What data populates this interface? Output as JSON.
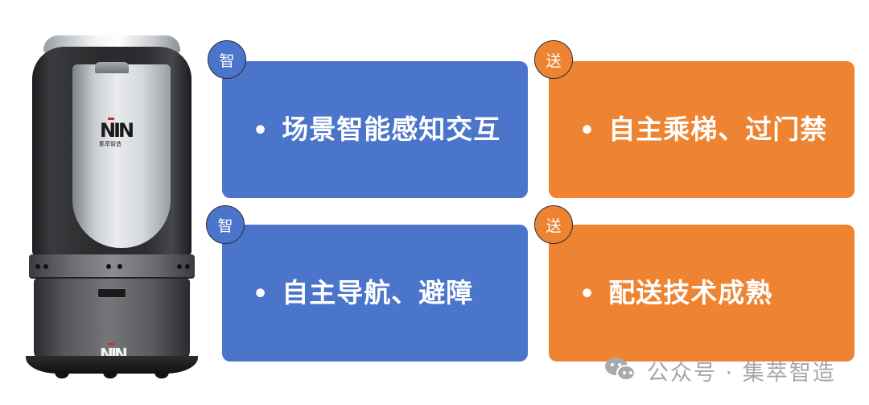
{
  "product": {
    "image_label": "delivery-robot",
    "logo_mark": "NIN",
    "logo_text": "集萃智造"
  },
  "colors": {
    "blue": "#4a75cb",
    "orange": "#ee8431",
    "watermark_gray": "#a6a6a6"
  },
  "cards": [
    {
      "badge": "智",
      "bullet": "•",
      "text": "场景智能感知交互",
      "color": "blue"
    },
    {
      "badge": "送",
      "bullet": "•",
      "text": "自主乘梯、过门禁",
      "color": "orange"
    },
    {
      "badge": "智",
      "bullet": "•",
      "text": "自主导航、避障",
      "color": "blue"
    },
    {
      "badge": "送",
      "bullet": "•",
      "text": "配送技术成熟",
      "color": "orange"
    }
  ],
  "watermark": {
    "icon": "wechat-icon",
    "text": "公众号 · 集萃智造"
  }
}
